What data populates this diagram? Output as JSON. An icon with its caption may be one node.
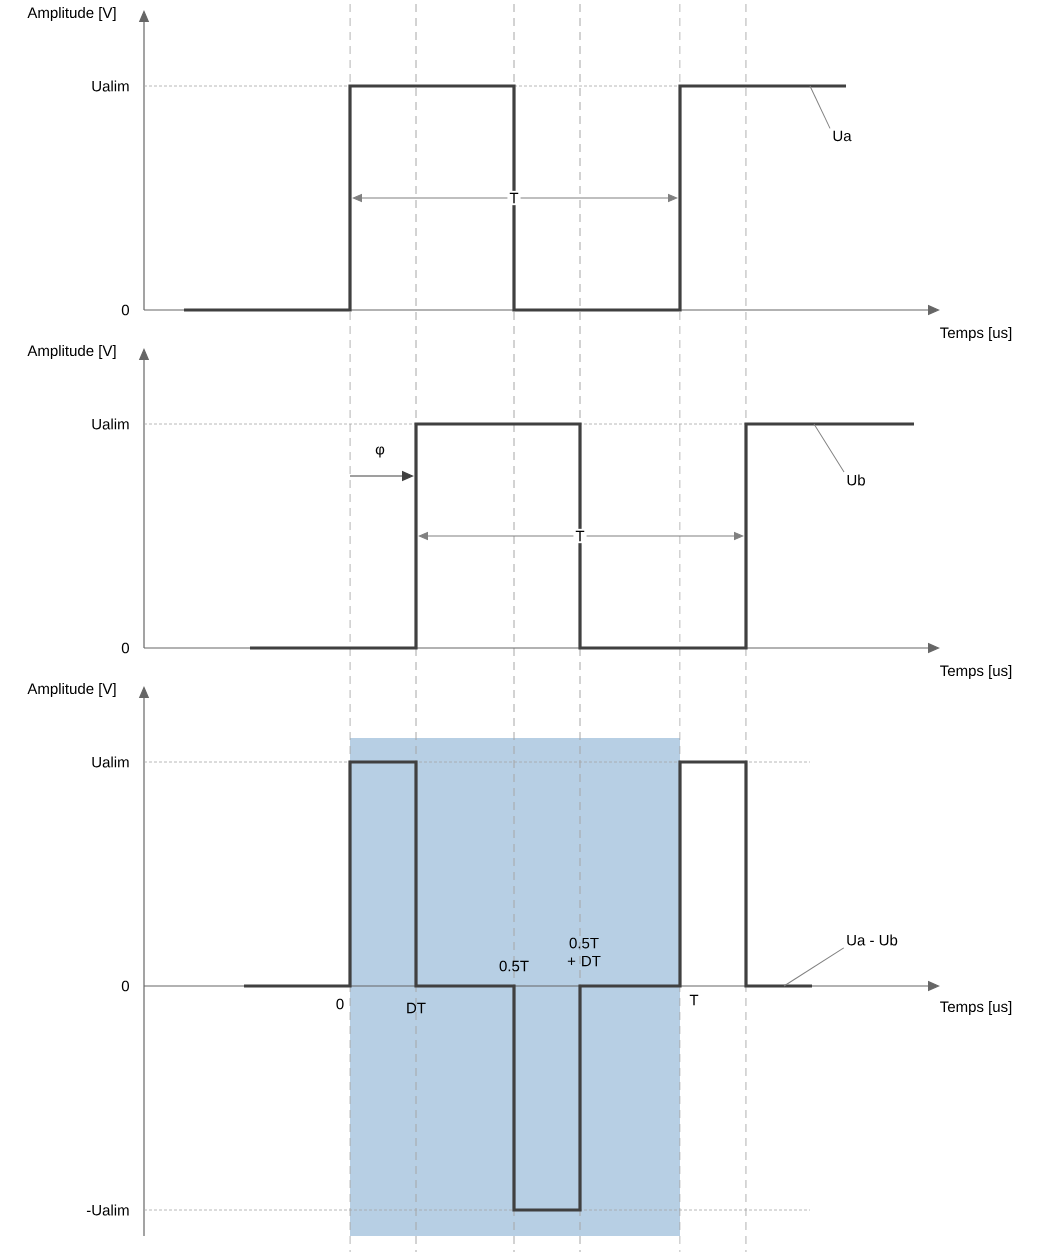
{
  "diagram": {
    "nodes": [
      {
        "text": [
          "Ua"
        ]
      },
      {
        "text": [
          "Ub"
        ]
      },
      {
        "text": [
          "Ua - Ub"
        ]
      }
    ],
    "edges": [
      {
        "from": 0,
        "to": null,
        "arrow": "none"
      },
      {
        "from": 1,
        "to": null,
        "arrow": "none"
      },
      {
        "from": 2,
        "to": null,
        "arrow": "none"
      }
    ],
    "labels": [
      "Amplitude [V]",
      "Ualim",
      "T",
      "0",
      "Temps [us]",
      "Amplitude [V]",
      "Ualim",
      "φ",
      "T",
      "0",
      "Temps [us]",
      "Amplitude [V]",
      "Ualim",
      "0.5T + DT",
      "0.5T",
      "0",
      "0",
      "DT",
      "T",
      "Temps [us]",
      "-Ualim"
    ]
  }
}
